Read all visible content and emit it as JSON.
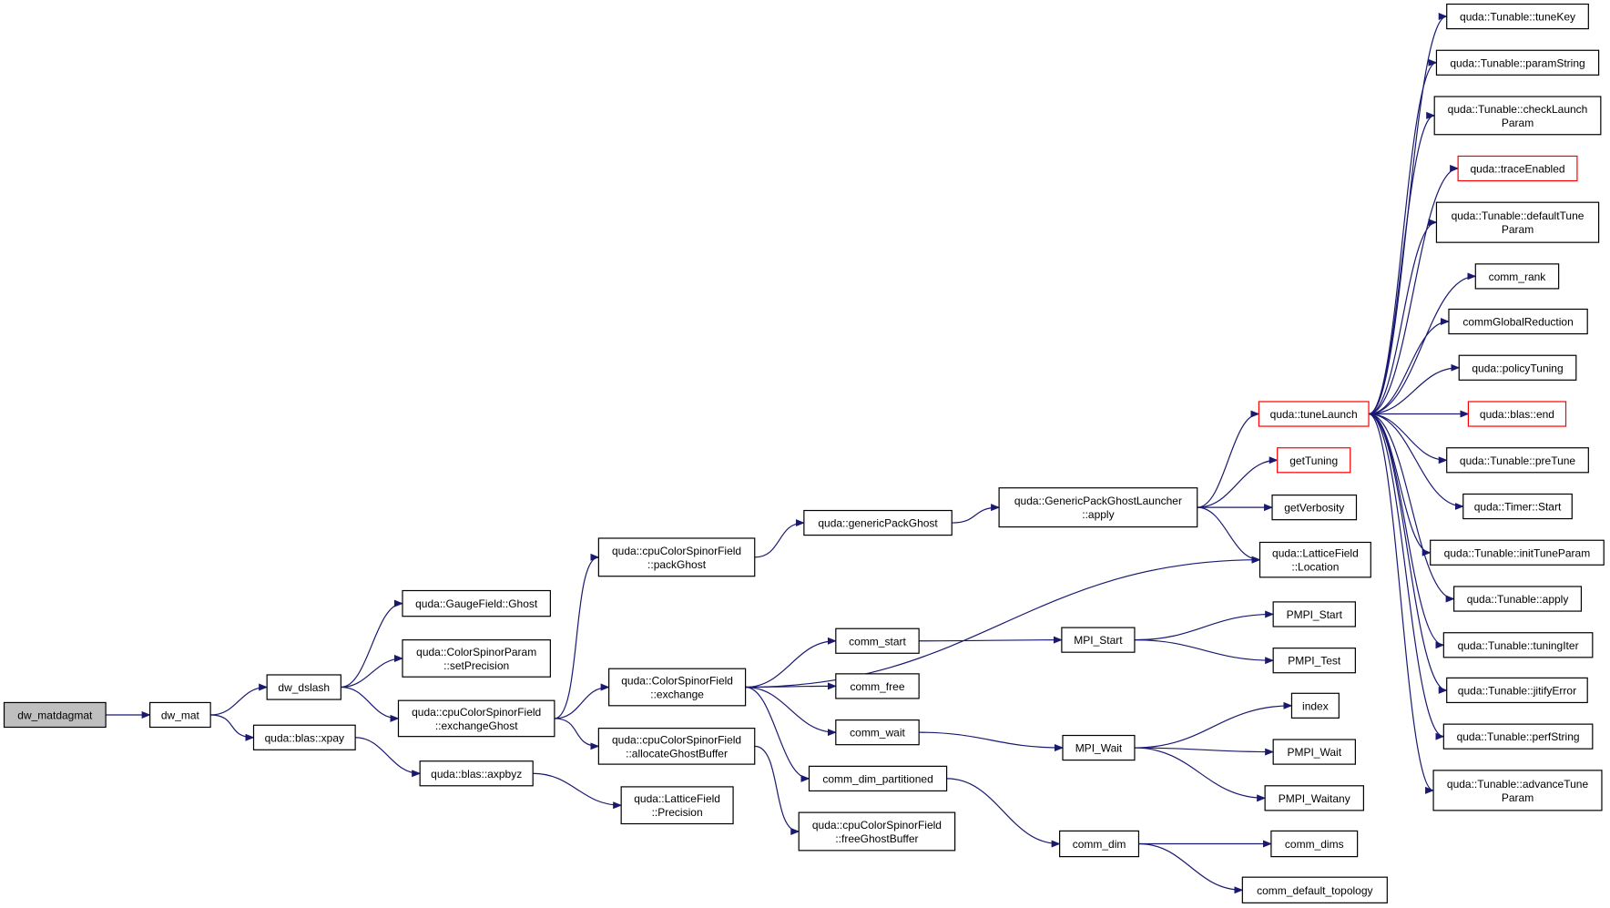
{
  "colors": {
    "edge": "#191970",
    "node_border": "#000000",
    "highlight_border": "#ff0000",
    "root_fill": "#bfbfbf",
    "node_fill": "#ffffff"
  },
  "nodes": {
    "dw_matdagmat": {
      "lines": [
        "dw_matdagmat"
      ],
      "style": "root"
    },
    "dw_mat": {
      "lines": [
        "dw_mat"
      ],
      "style": "normal"
    },
    "dw_dslash": {
      "lines": [
        "dw_dslash"
      ],
      "style": "normal"
    },
    "blas_xpay": {
      "lines": [
        "quda::blas::xpay"
      ],
      "style": "normal"
    },
    "gauge_ghost": {
      "lines": [
        "quda::GaugeField::Ghost"
      ],
      "style": "normal"
    },
    "csp_setprecision": {
      "lines": [
        "quda::ColorSpinorParam",
        "::setPrecision"
      ],
      "style": "normal"
    },
    "cpu_exchangeghost": {
      "lines": [
        "quda::cpuColorSpinorField",
        "::exchangeGhost"
      ],
      "style": "normal"
    },
    "blas_axpbyz": {
      "lines": [
        "quda::blas::axpbyz"
      ],
      "style": "normal"
    },
    "cpu_packghost": {
      "lines": [
        "quda::cpuColorSpinorField",
        "::packGhost"
      ],
      "style": "normal"
    },
    "csf_exchange": {
      "lines": [
        "quda::ColorSpinorField",
        "::exchange"
      ],
      "style": "normal"
    },
    "cpu_allocateghostbuffer": {
      "lines": [
        "quda::cpuColorSpinorField",
        "::allocateGhostBuffer"
      ],
      "style": "normal"
    },
    "lf_precision": {
      "lines": [
        "quda::LatticeField",
        "::Precision"
      ],
      "style": "normal"
    },
    "genericpackghost": {
      "lines": [
        "quda::genericPackGhost"
      ],
      "style": "normal"
    },
    "comm_start": {
      "lines": [
        "comm_start"
      ],
      "style": "normal"
    },
    "comm_free": {
      "lines": [
        "comm_free"
      ],
      "style": "normal"
    },
    "comm_wait": {
      "lines": [
        "comm_wait"
      ],
      "style": "normal"
    },
    "comm_dim_partitioned": {
      "lines": [
        "comm_dim_partitioned"
      ],
      "style": "normal"
    },
    "cpu_freeghostbuffer": {
      "lines": [
        "quda::cpuColorSpinorField",
        "::freeGhostBuffer"
      ],
      "style": "normal"
    },
    "gpgl_apply": {
      "lines": [
        "quda::GenericPackGhostLauncher",
        "::apply"
      ],
      "style": "normal"
    },
    "mpi_start": {
      "lines": [
        "MPI_Start"
      ],
      "style": "normal"
    },
    "mpi_wait": {
      "lines": [
        "MPI_Wait"
      ],
      "style": "normal"
    },
    "comm_dim": {
      "lines": [
        "comm_dim"
      ],
      "style": "normal"
    },
    "tunelaunch": {
      "lines": [
        "quda::tuneLaunch"
      ],
      "style": "highlight"
    },
    "gettuning": {
      "lines": [
        "getTuning"
      ],
      "style": "highlight"
    },
    "getverbosity": {
      "lines": [
        "getVerbosity"
      ],
      "style": "normal"
    },
    "lf_location": {
      "lines": [
        "quda::LatticeField",
        "::Location"
      ],
      "style": "normal"
    },
    "pmpi_start": {
      "lines": [
        "PMPI_Start"
      ],
      "style": "normal"
    },
    "pmpi_test": {
      "lines": [
        "PMPI_Test"
      ],
      "style": "normal"
    },
    "index": {
      "lines": [
        "index"
      ],
      "style": "normal"
    },
    "pmpi_wait": {
      "lines": [
        "PMPI_Wait"
      ],
      "style": "normal"
    },
    "pmpi_waitany": {
      "lines": [
        "PMPI_Waitany"
      ],
      "style": "normal"
    },
    "comm_dims": {
      "lines": [
        "comm_dims"
      ],
      "style": "normal"
    },
    "comm_default_topology": {
      "lines": [
        "comm_default_topology"
      ],
      "style": "normal"
    },
    "t_tunekey": {
      "lines": [
        "quda::Tunable::tuneKey"
      ],
      "style": "normal"
    },
    "t_paramstring": {
      "lines": [
        "quda::Tunable::paramString"
      ],
      "style": "normal"
    },
    "t_checklaunchparam": {
      "lines": [
        "quda::Tunable::checkLaunch",
        "Param"
      ],
      "style": "normal"
    },
    "traceenabled": {
      "lines": [
        "quda::traceEnabled"
      ],
      "style": "highlight"
    },
    "t_defaulttuneparam": {
      "lines": [
        "quda::Tunable::defaultTune",
        "Param"
      ],
      "style": "normal"
    },
    "comm_rank": {
      "lines": [
        "comm_rank"
      ],
      "style": "normal"
    },
    "commglobalreduction": {
      "lines": [
        "commGlobalReduction"
      ],
      "style": "normal"
    },
    "policytuning": {
      "lines": [
        "quda::policyTuning"
      ],
      "style": "normal"
    },
    "blas_end": {
      "lines": [
        "quda::blas::end"
      ],
      "style": "highlight"
    },
    "t_pretune": {
      "lines": [
        "quda::Tunable::preTune"
      ],
      "style": "normal"
    },
    "timer_start": {
      "lines": [
        "quda::Timer::Start"
      ],
      "style": "normal"
    },
    "t_inittuneparam": {
      "lines": [
        "quda::Tunable::initTuneParam"
      ],
      "style": "normal"
    },
    "t_apply": {
      "lines": [
        "quda::Tunable::apply"
      ],
      "style": "normal"
    },
    "t_tuningiter": {
      "lines": [
        "quda::Tunable::tuningIter"
      ],
      "style": "normal"
    },
    "t_jitifyerror": {
      "lines": [
        "quda::Tunable::jitifyError"
      ],
      "style": "normal"
    },
    "t_perfstring": {
      "lines": [
        "quda::Tunable::perfString"
      ],
      "style": "normal"
    },
    "t_advancetuneparam": {
      "lines": [
        "quda::Tunable::advanceTune",
        "Param"
      ],
      "style": "normal"
    }
  },
  "edges": [
    [
      "dw_matdagmat",
      "dw_mat"
    ],
    [
      "dw_mat",
      "dw_dslash"
    ],
    [
      "dw_mat",
      "blas_xpay"
    ],
    [
      "dw_dslash",
      "gauge_ghost"
    ],
    [
      "dw_dslash",
      "csp_setprecision"
    ],
    [
      "dw_dslash",
      "cpu_exchangeghost"
    ],
    [
      "blas_xpay",
      "blas_axpbyz"
    ],
    [
      "blas_axpbyz",
      "lf_precision"
    ],
    [
      "cpu_exchangeghost",
      "cpu_packghost"
    ],
    [
      "cpu_exchangeghost",
      "csf_exchange"
    ],
    [
      "cpu_exchangeghost",
      "cpu_allocateghostbuffer"
    ],
    [
      "cpu_packghost",
      "genericpackghost"
    ],
    [
      "genericpackghost",
      "gpgl_apply"
    ],
    [
      "gpgl_apply",
      "tunelaunch"
    ],
    [
      "gpgl_apply",
      "gettuning"
    ],
    [
      "gpgl_apply",
      "getverbosity"
    ],
    [
      "gpgl_apply",
      "lf_location"
    ],
    [
      "csf_exchange",
      "lf_location"
    ],
    [
      "csf_exchange",
      "comm_start"
    ],
    [
      "csf_exchange",
      "comm_free"
    ],
    [
      "csf_exchange",
      "comm_wait"
    ],
    [
      "csf_exchange",
      "comm_dim_partitioned"
    ],
    [
      "cpu_allocateghostbuffer",
      "cpu_freeghostbuffer"
    ],
    [
      "comm_start",
      "mpi_start"
    ],
    [
      "comm_wait",
      "mpi_wait"
    ],
    [
      "comm_dim_partitioned",
      "comm_dim"
    ],
    [
      "mpi_start",
      "pmpi_start"
    ],
    [
      "mpi_start",
      "pmpi_test"
    ],
    [
      "mpi_wait",
      "index"
    ],
    [
      "mpi_wait",
      "pmpi_wait"
    ],
    [
      "mpi_wait",
      "pmpi_waitany"
    ],
    [
      "comm_dim",
      "comm_dims"
    ],
    [
      "comm_dim",
      "comm_default_topology"
    ],
    [
      "tunelaunch",
      "t_tunekey"
    ],
    [
      "tunelaunch",
      "t_paramstring"
    ],
    [
      "tunelaunch",
      "t_checklaunchparam"
    ],
    [
      "tunelaunch",
      "traceenabled"
    ],
    [
      "tunelaunch",
      "t_defaulttuneparam"
    ],
    [
      "tunelaunch",
      "comm_rank"
    ],
    [
      "tunelaunch",
      "commglobalreduction"
    ],
    [
      "tunelaunch",
      "policytuning"
    ],
    [
      "tunelaunch",
      "blas_end"
    ],
    [
      "tunelaunch",
      "t_pretune"
    ],
    [
      "tunelaunch",
      "timer_start"
    ],
    [
      "tunelaunch",
      "t_inittuneparam"
    ],
    [
      "tunelaunch",
      "t_apply"
    ],
    [
      "tunelaunch",
      "t_tuningiter"
    ],
    [
      "tunelaunch",
      "t_jitifyerror"
    ],
    [
      "tunelaunch",
      "t_perfstring"
    ],
    [
      "tunelaunch",
      "t_advancetuneparam"
    ]
  ]
}
